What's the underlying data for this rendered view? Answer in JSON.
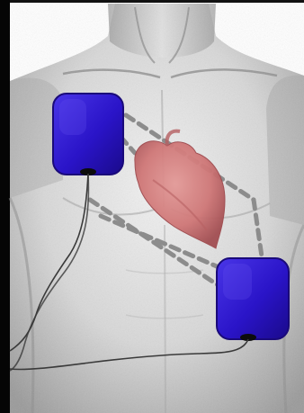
{
  "figure": {
    "subject": "torso-with-defibrillator-pads",
    "pads": [
      {
        "id": "right-upper-chest-pad",
        "color": "#2a14c8"
      },
      {
        "id": "left-lower-chest-pad",
        "color": "#2a14c8"
      }
    ],
    "colors": {
      "background": "#ffffff",
      "border": "#000000",
      "skin_light": "#ececec",
      "skin_mid": "#c8c8c8",
      "skin_dark": "#8e8e8e",
      "heart": "#cf7777",
      "heart_dark": "#a24e52",
      "pad": "#2a14c8",
      "pad_edge": "#1a0a7a",
      "pad_highlight": "#5e4cf0",
      "dashed_guide": "#8c8c8c",
      "cable": "#3a3a3a"
    },
    "icons": [
      "heart-icon",
      "electrode-pad-icon",
      "cable-icon"
    ]
  }
}
